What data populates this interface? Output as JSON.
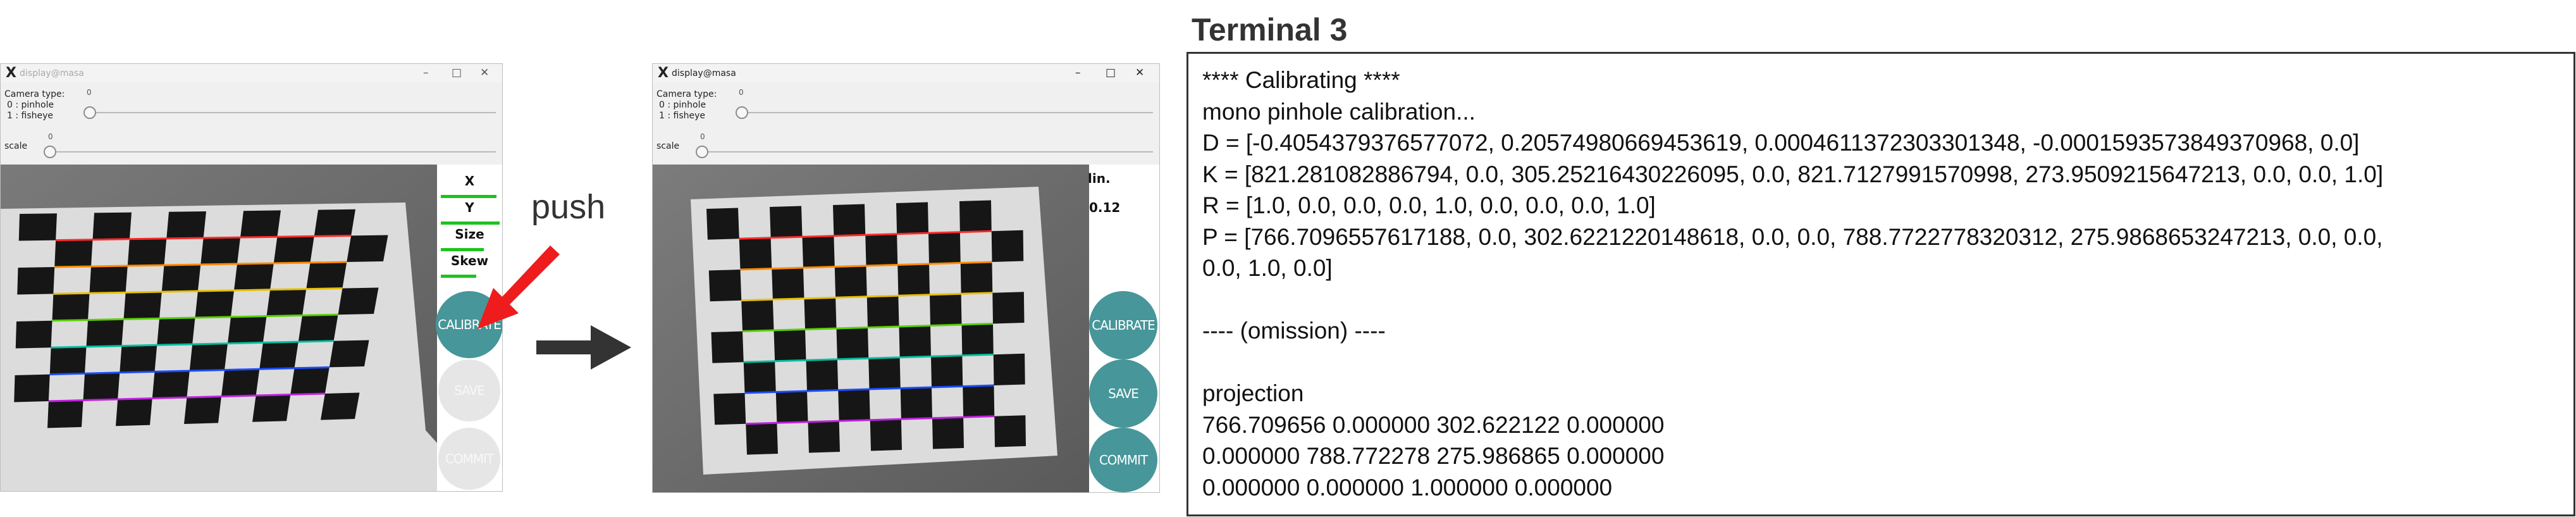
{
  "window_left": {
    "title": "display@masa",
    "camera_type_label": "Camera type:",
    "camera_type_value": "0",
    "camera_type_options": [
      "0 : pinhole",
      "1 : fisheye"
    ],
    "scale_label": "scale",
    "scale_value": "0",
    "metrics": [
      "X",
      "Y",
      "Size",
      "Skew"
    ],
    "buttons": {
      "calibrate": "CALIBRATE",
      "save": "SAVE",
      "commit": "COMMIT"
    }
  },
  "window_right": {
    "title": "display@masa",
    "camera_type_label": "Camera type:",
    "camera_type_value": "0",
    "camera_type_options": [
      "0 : pinhole",
      "1 : fisheye"
    ],
    "scale_label": "scale",
    "scale_value": "0",
    "info_lines": [
      "lin.",
      "0.12"
    ],
    "buttons": {
      "calibrate": "CALIBRATE",
      "save": "SAVE",
      "commit": "COMMIT"
    }
  },
  "annotation": {
    "push_label": "push"
  },
  "terminal": {
    "title": "Terminal 3",
    "lines": [
      "**** Calibrating ****",
      "mono pinhole calibration...",
      "D = [-0.4054379376577072, 0.20574980669453619, 0.0004611372303301348, -0.0001593573849370968, 0.0]",
      "K = [821.281082886794, 0.0, 305.25216430226095, 0.0, 821.7127991570998, 273.9509215647213, 0.0, 0.0, 1.0]",
      "R = [1.0, 0.0, 0.0, 0.0, 1.0, 0.0, 0.0, 0.0, 1.0]",
      "P = [766.7096557617188, 0.0, 302.6221220148618, 0.0, 0.0, 788.7722778320312, 275.9868653247213, 0.0, 0.0,",
      "0.0, 1.0, 0.0]",
      "",
      "---- (omission) ----",
      "",
      "projection",
      "766.709656 0.000000 302.622122 0.000000",
      "0.000000 788.772278 275.986865 0.000000",
      "0.000000 0.000000 1.000000 0.000000"
    ]
  },
  "colors": {
    "button_active": "#479699",
    "button_inactive": "#e6e6e6",
    "metric_bar": "#1ec31e",
    "arrow_push": "#ee1c1c",
    "arrow_next": "#333333"
  },
  "icons": {
    "app": "x-logo-icon",
    "minimize": "minimize-icon",
    "maximize": "maximize-icon",
    "close": "close-icon",
    "arrow_push": "red-arrow-icon",
    "arrow_next": "right-arrow-icon"
  }
}
